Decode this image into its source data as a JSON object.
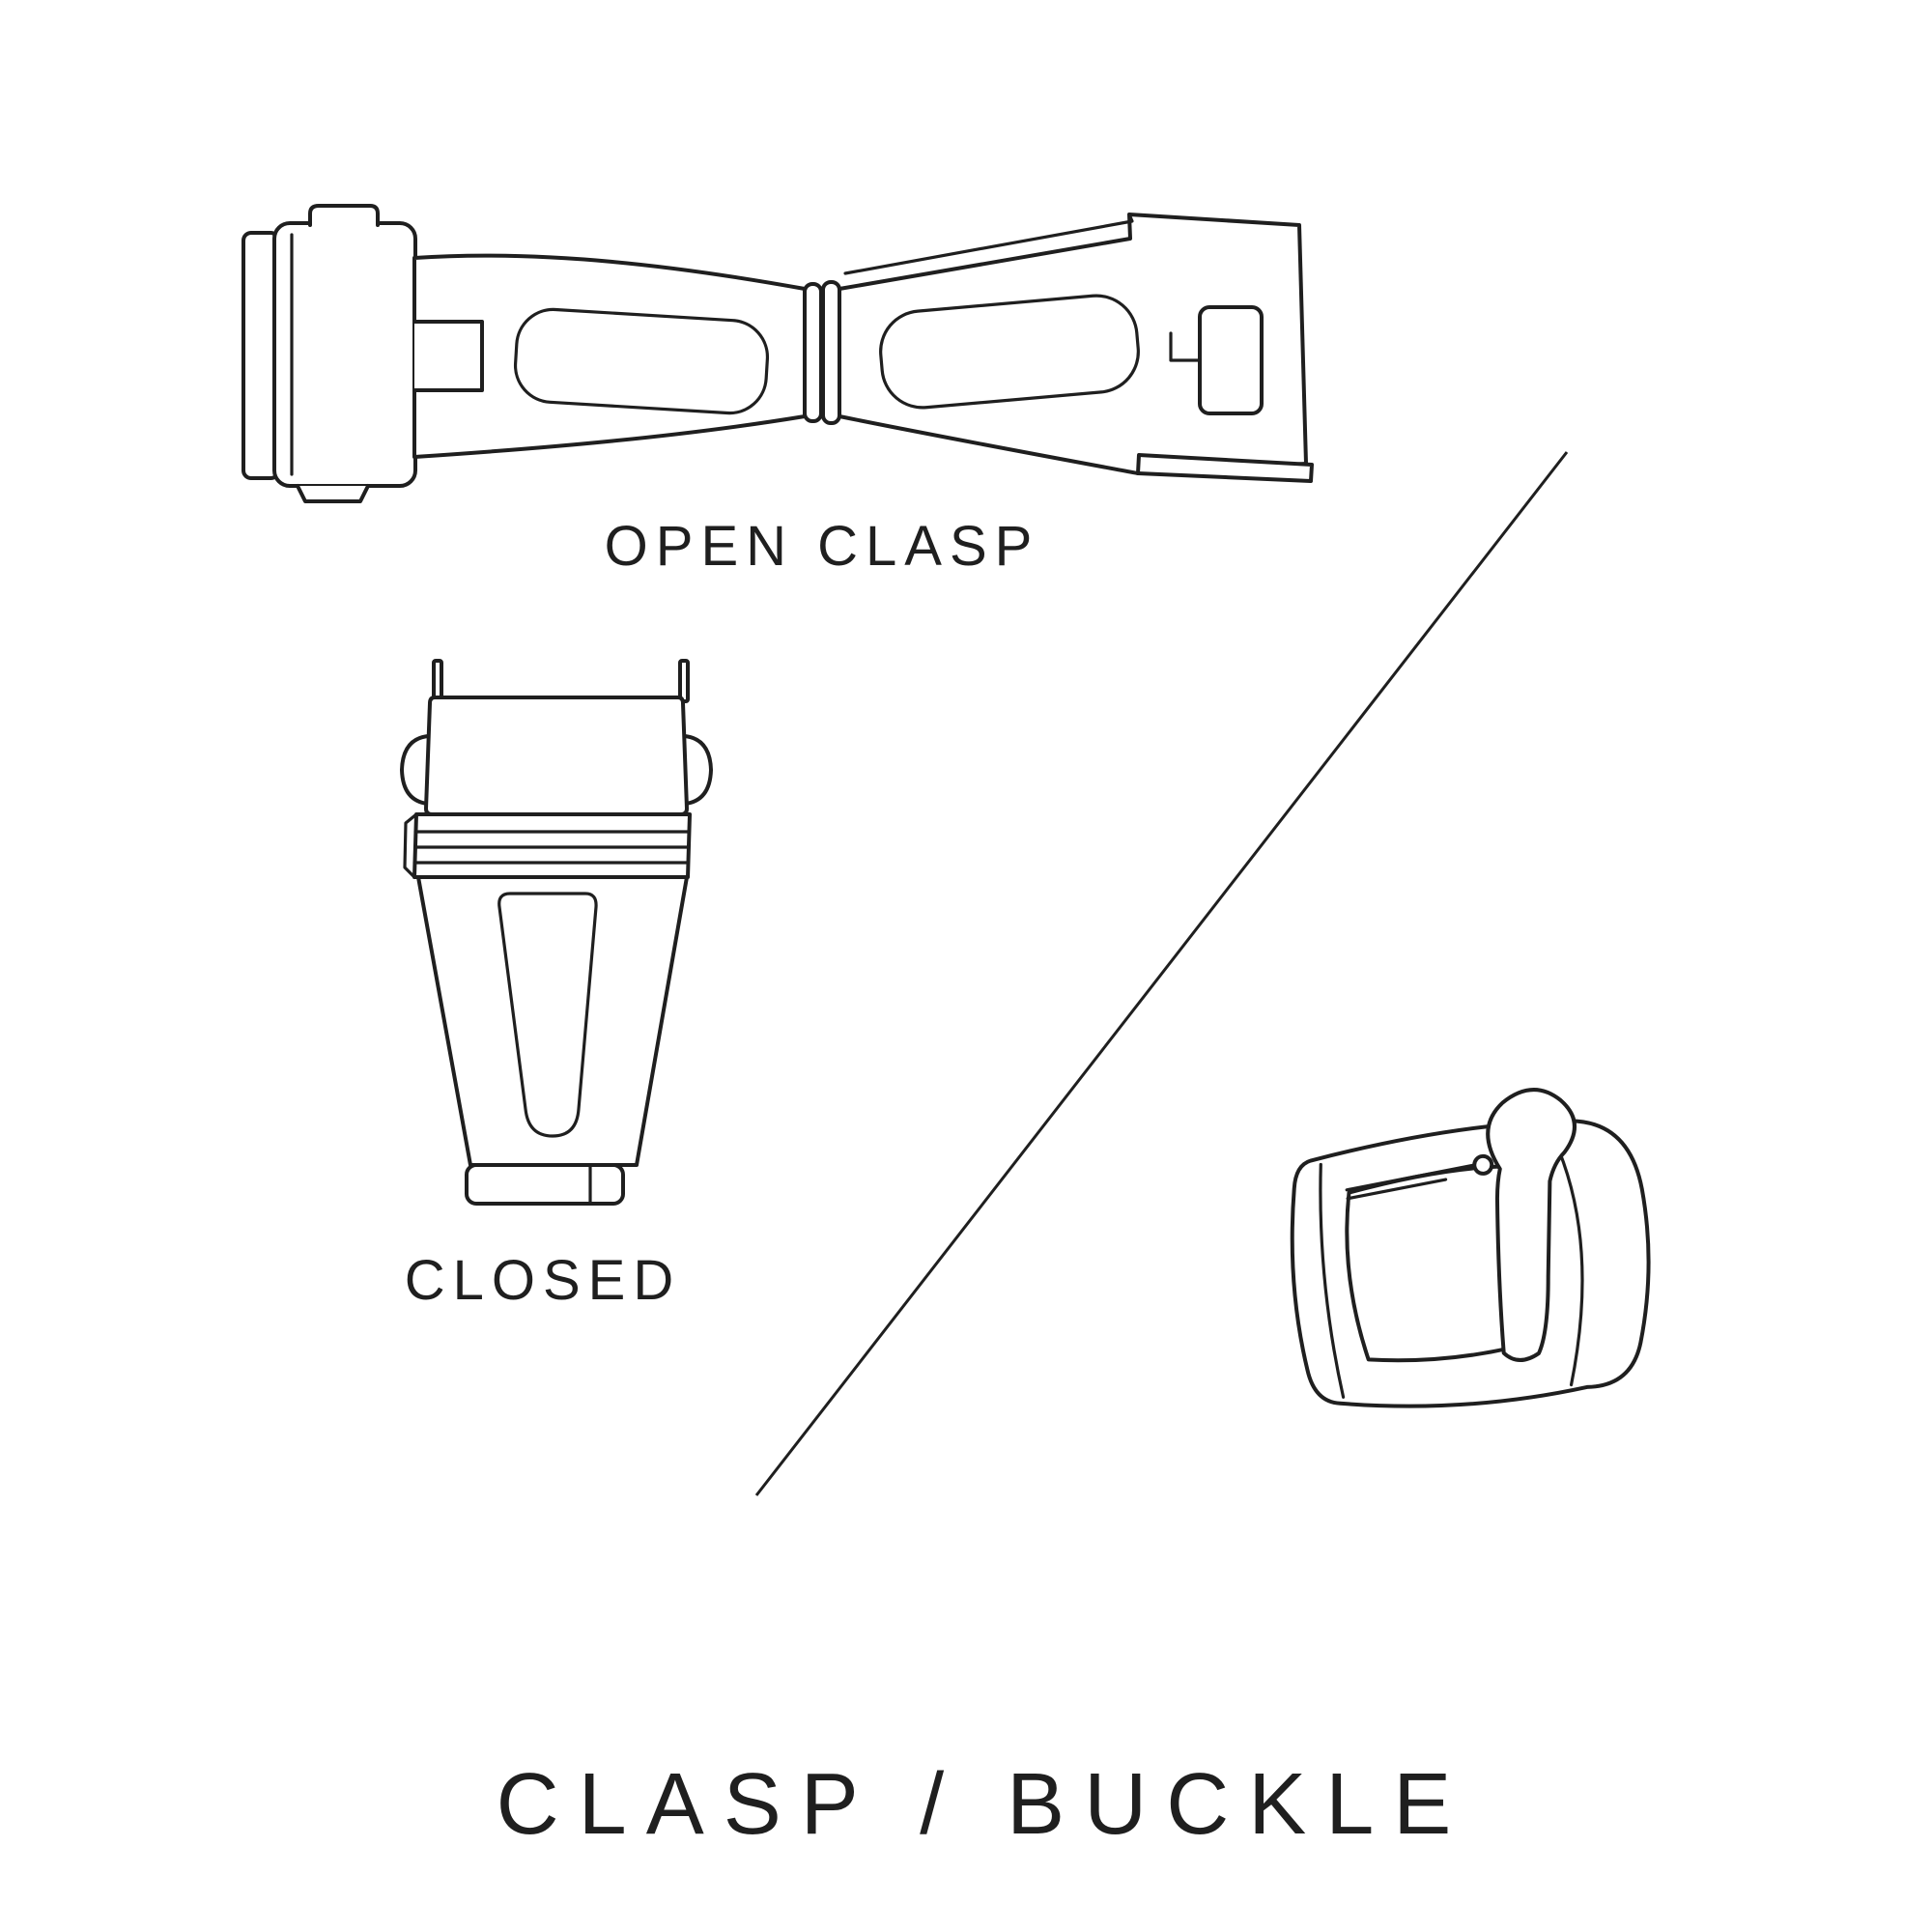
{
  "page": {
    "title": "CLASP / BUCKLE"
  },
  "labels": {
    "open_clasp": "OPEN CLASP",
    "closed": "CLOSED"
  },
  "colors": {
    "ink": "#1f1f1f",
    "background": "#ffffff"
  }
}
